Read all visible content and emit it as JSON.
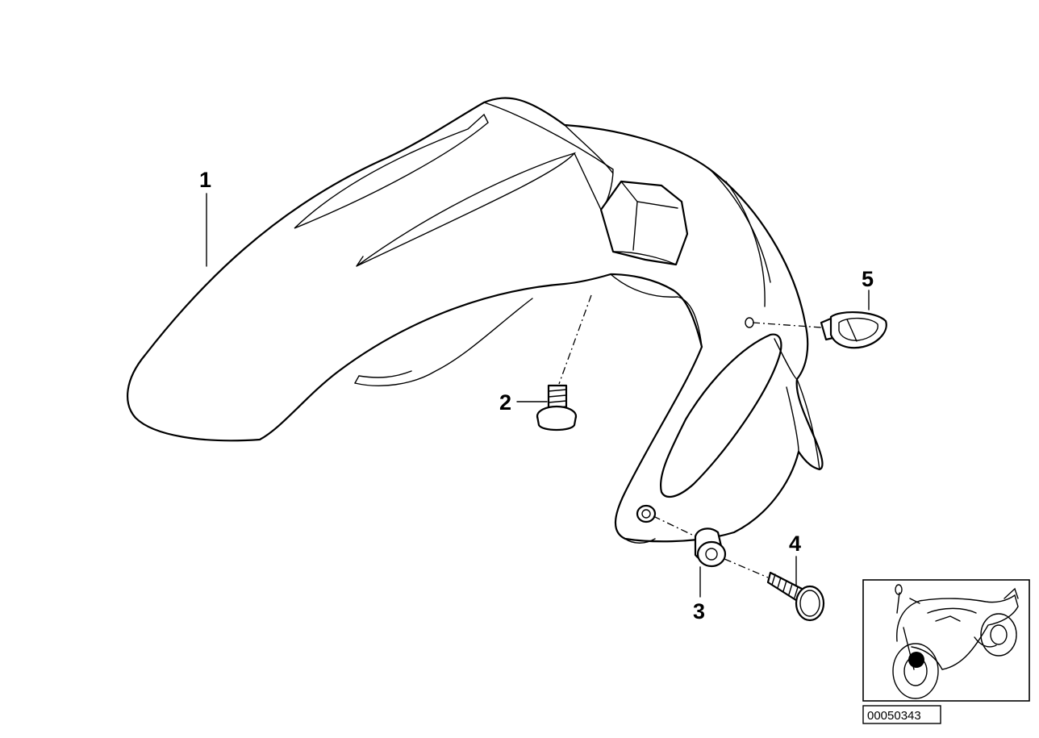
{
  "diagram": {
    "parts": [
      {
        "number": "1",
        "part": "front-mudguard"
      },
      {
        "number": "2",
        "part": "screw"
      },
      {
        "number": "3",
        "part": "rubber-grommet"
      },
      {
        "number": "4",
        "part": "screw"
      },
      {
        "number": "5",
        "part": "cable-holder"
      }
    ],
    "reference_number": "00050343",
    "locator": {
      "icon": "motorcycle-icon",
      "marker": "front-wheel"
    }
  }
}
